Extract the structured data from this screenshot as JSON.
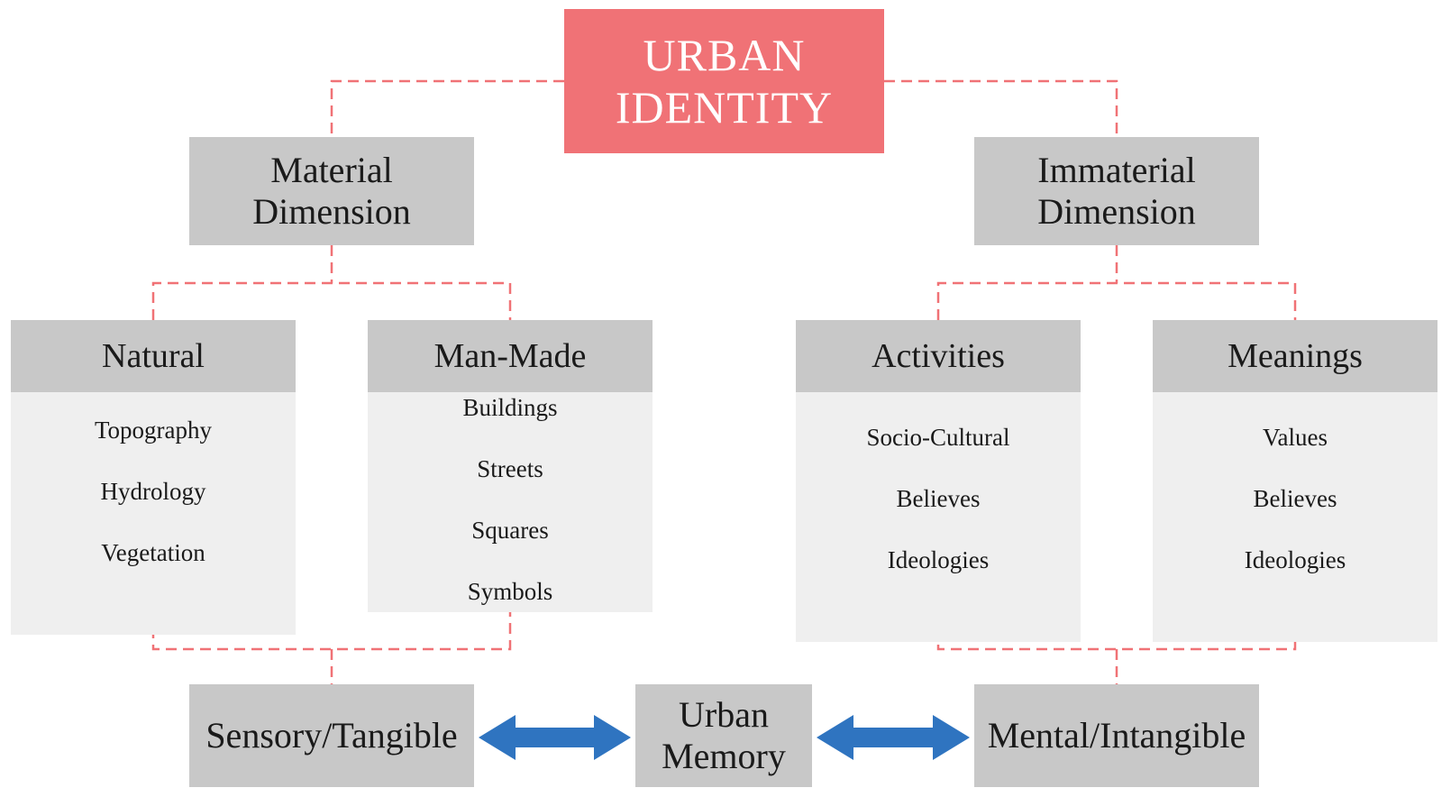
{
  "root": {
    "line1": "URBAN",
    "line2": "IDENTITY"
  },
  "dimensions": {
    "material": {
      "line1": "Material",
      "line2": "Dimension"
    },
    "immaterial": {
      "line1": "Immaterial",
      "line2": "Dimension"
    }
  },
  "categories": {
    "natural": {
      "title": "Natural",
      "items": [
        "Topography",
        "Hydrology",
        "Vegetation"
      ]
    },
    "manmade": {
      "title": "Man-Made",
      "items": [
        "Buildings",
        "Streets",
        "Squares",
        "Symbols"
      ]
    },
    "activities": {
      "title": "Activities",
      "items": [
        "Socio-Cultural",
        "Believes",
        "Ideologies"
      ]
    },
    "meanings": {
      "title": "Meanings",
      "items": [
        "Values",
        "Believes",
        "Ideologies"
      ]
    }
  },
  "outcomes": {
    "sensory": "Sensory/Tangible",
    "memory": {
      "line1": "Urban",
      "line2": "Memory"
    },
    "mental": "Mental/Intangible"
  },
  "colors": {
    "root_fill": "#f07276",
    "box_fill": "#c8c8c8",
    "body_fill": "#efefef",
    "connector": "#f07276",
    "arrow": "#2f74c0"
  }
}
